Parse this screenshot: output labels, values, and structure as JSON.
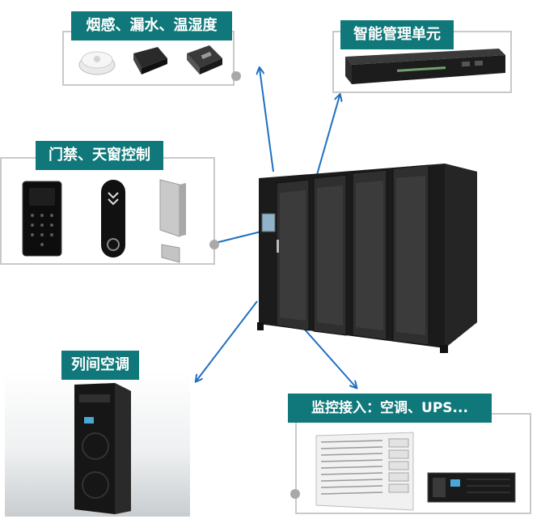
{
  "labels": {
    "sensors": "烟感、漏水、温湿度",
    "management_unit": "智能管理单元",
    "access_control": "门禁、天窗控制",
    "row_ac": "列间空调",
    "monitoring": "监控接入：空调、UPS..."
  },
  "colors": {
    "tag_bg": "#10787a",
    "arrow": "#1f6fc2",
    "panel_border": "#c9c9c9",
    "connector_dot": "#a9a9a9",
    "cabinet": "#1b1b1b"
  }
}
